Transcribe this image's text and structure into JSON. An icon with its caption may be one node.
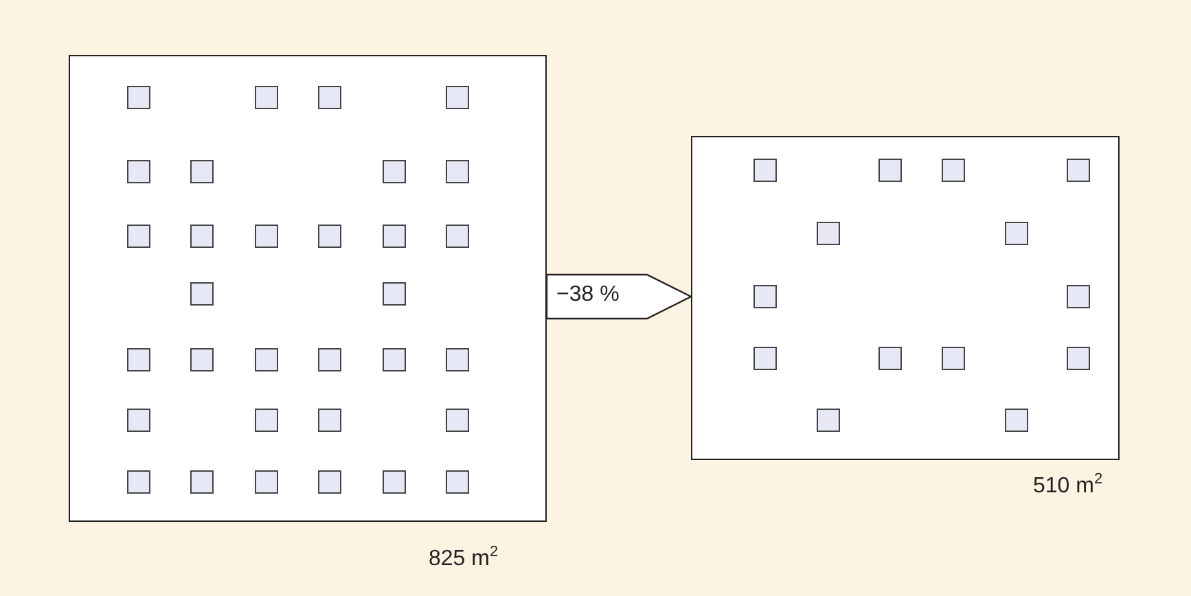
{
  "diagram": {
    "nodes": [
      {
        "text": [],
        "shape": "box",
        "beside": [
          "825 m$^{2}$"
        ]
      },
      {
        "text": [],
        "shape": "box",
        "beside": [
          "510 m$^{2}$"
        ]
      }
    ],
    "edges": [
      {
        "from": 0,
        "to": 1,
        "arrow": "to",
        "label": "−38 %"
      }
    ]
  }
}
